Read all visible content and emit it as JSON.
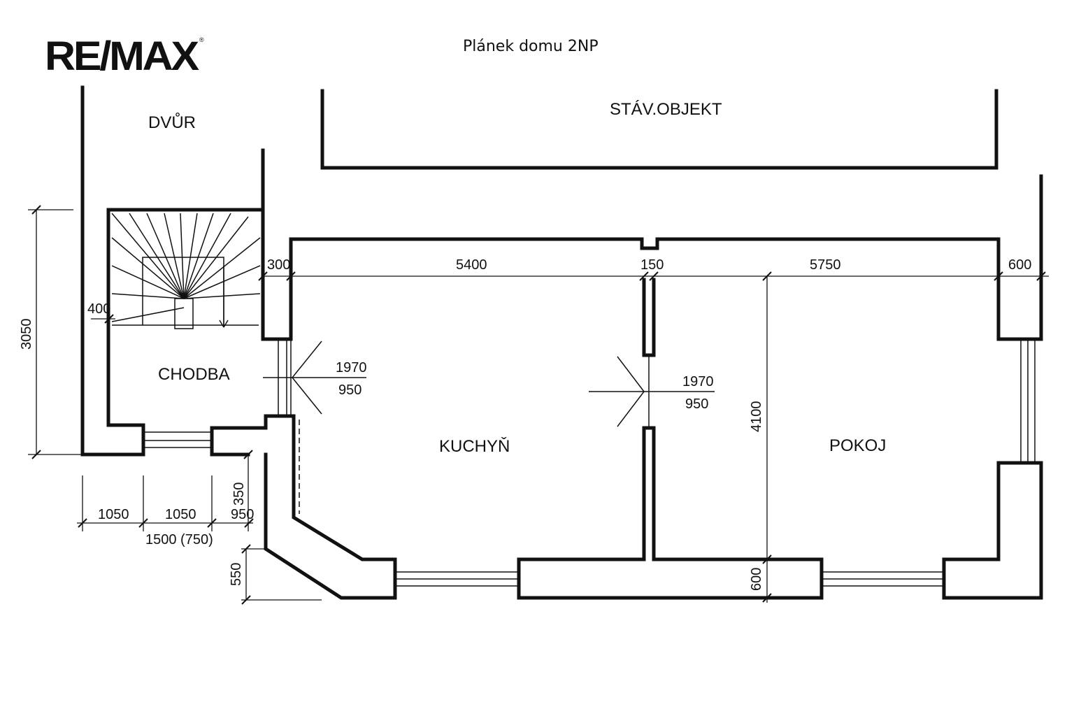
{
  "logo": {
    "text": "RE/MAX",
    "mark": "®"
  },
  "title": "Plánek domu 2NP",
  "rooms": {
    "dvur": "DVŮR",
    "stav_objekt": "STÁV.OBJEKT",
    "chodba": "CHODBA",
    "kuchyn": "KUCHYŇ",
    "pokoj": "POKOJ"
  },
  "dimensions": {
    "d300": "300",
    "d5400": "5400",
    "d150": "150",
    "d5750": "5750",
    "d600_top": "600",
    "d3050": "3050",
    "d400": "400",
    "door1_h": "1970",
    "door1_w": "950",
    "door2_h": "1970",
    "door2_w": "950",
    "d4100": "4100",
    "d1050_a": "1050",
    "d1050_b": "1050",
    "d950": "950",
    "d1500": "1500 (750)",
    "d550": "550",
    "d600_bottom": "600",
    "d350": "350"
  }
}
